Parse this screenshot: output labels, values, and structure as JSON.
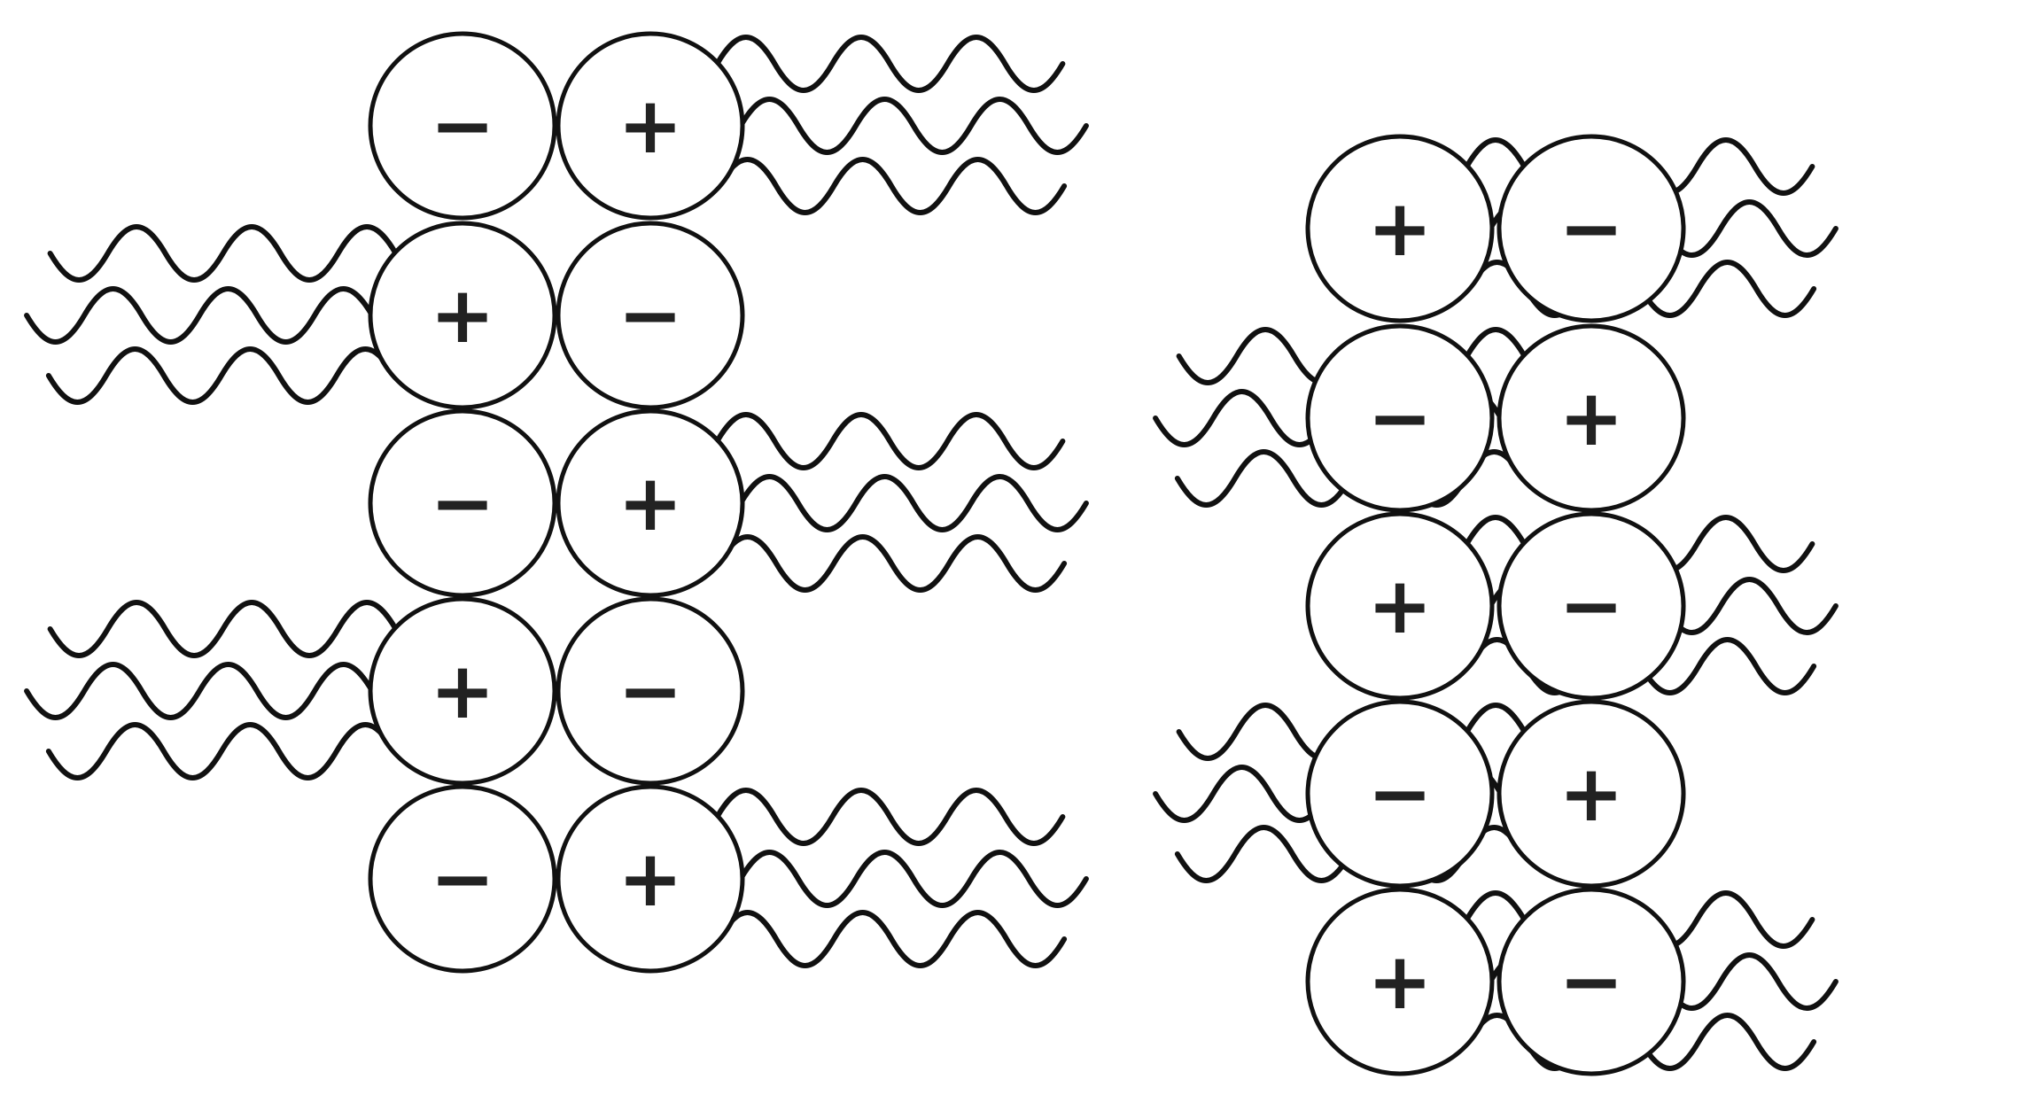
{
  "diagram": {
    "colors": {
      "stroke": "#111111",
      "fill": "#ffffff",
      "text": "#222222"
    },
    "charges": {
      "plus": "+",
      "minus": "−"
    },
    "left_stack": [
      {
        "row": 1,
        "inner": "minus",
        "outer": "plus"
      },
      {
        "row": 2,
        "inner": "plus",
        "outer": "minus"
      },
      {
        "row": 3,
        "inner": "minus",
        "outer": "plus"
      },
      {
        "row": 4,
        "inner": "plus",
        "outer": "minus"
      },
      {
        "row": 5,
        "inner": "minus",
        "outer": "plus"
      }
    ],
    "right_stack": [
      {
        "row": 1,
        "inner": "plus",
        "outer": "minus"
      },
      {
        "row": 2,
        "inner": "minus",
        "outer": "plus"
      },
      {
        "row": 3,
        "inner": "plus",
        "outer": "minus"
      },
      {
        "row": 4,
        "inner": "minus",
        "outer": "plus"
      },
      {
        "row": 5,
        "inner": "plus",
        "outer": "minus"
      }
    ]
  }
}
